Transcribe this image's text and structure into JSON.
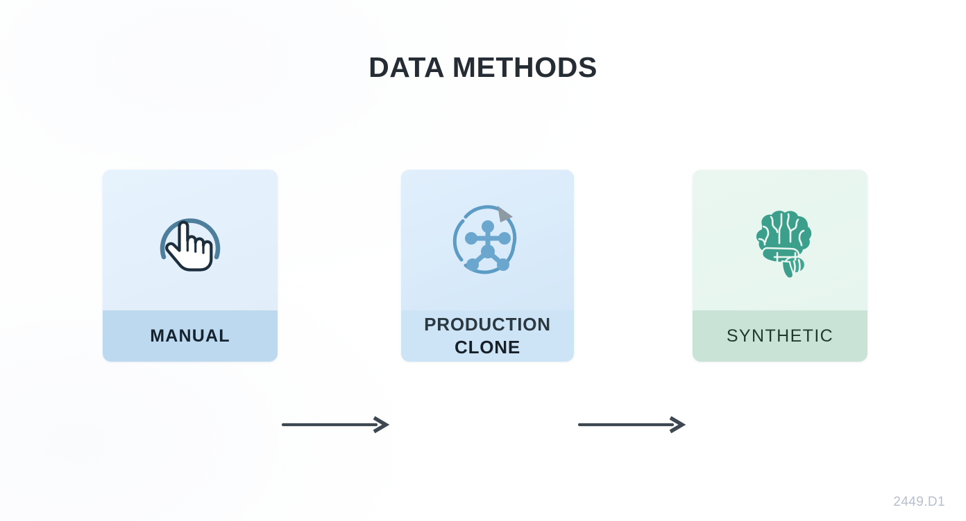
{
  "title": "DATA METHODS",
  "background_color": "#ffffff",
  "cards": [
    {
      "id": "manual",
      "label": "MANUAL",
      "icon": "hand-pointer-icon",
      "body_color": "#e6f2fc",
      "footer_color": "#bcd9f0",
      "label_color": "#16222e",
      "accent_color": "#4d7f9c"
    },
    {
      "id": "production-clone",
      "label_line_1": "PRODUCTION",
      "label_line_2": "CLONE",
      "icon": "network-sync-icon",
      "body_color": "#e1effc",
      "footer_color": "#cde3f6",
      "label_color": "#2c3840",
      "accent_color": "#5b9bc4"
    },
    {
      "id": "synthetic",
      "label": "SYNTHETIC",
      "icon": "brain-icon",
      "body_color": "#eaf7f1",
      "footer_color": "#c9e3d6",
      "label_color": "#1c3b2e",
      "accent_color": "#3c9f8b"
    }
  ],
  "arrows": [
    {
      "id": "arrow-manual-to-clone",
      "from": "manual",
      "to": "production-clone",
      "color": "#3d4853"
    },
    {
      "id": "arrow-clone-to-synthetic",
      "from": "production-clone",
      "to": "synthetic",
      "color": "#3d4853"
    }
  ],
  "watermark": "2449.D1"
}
